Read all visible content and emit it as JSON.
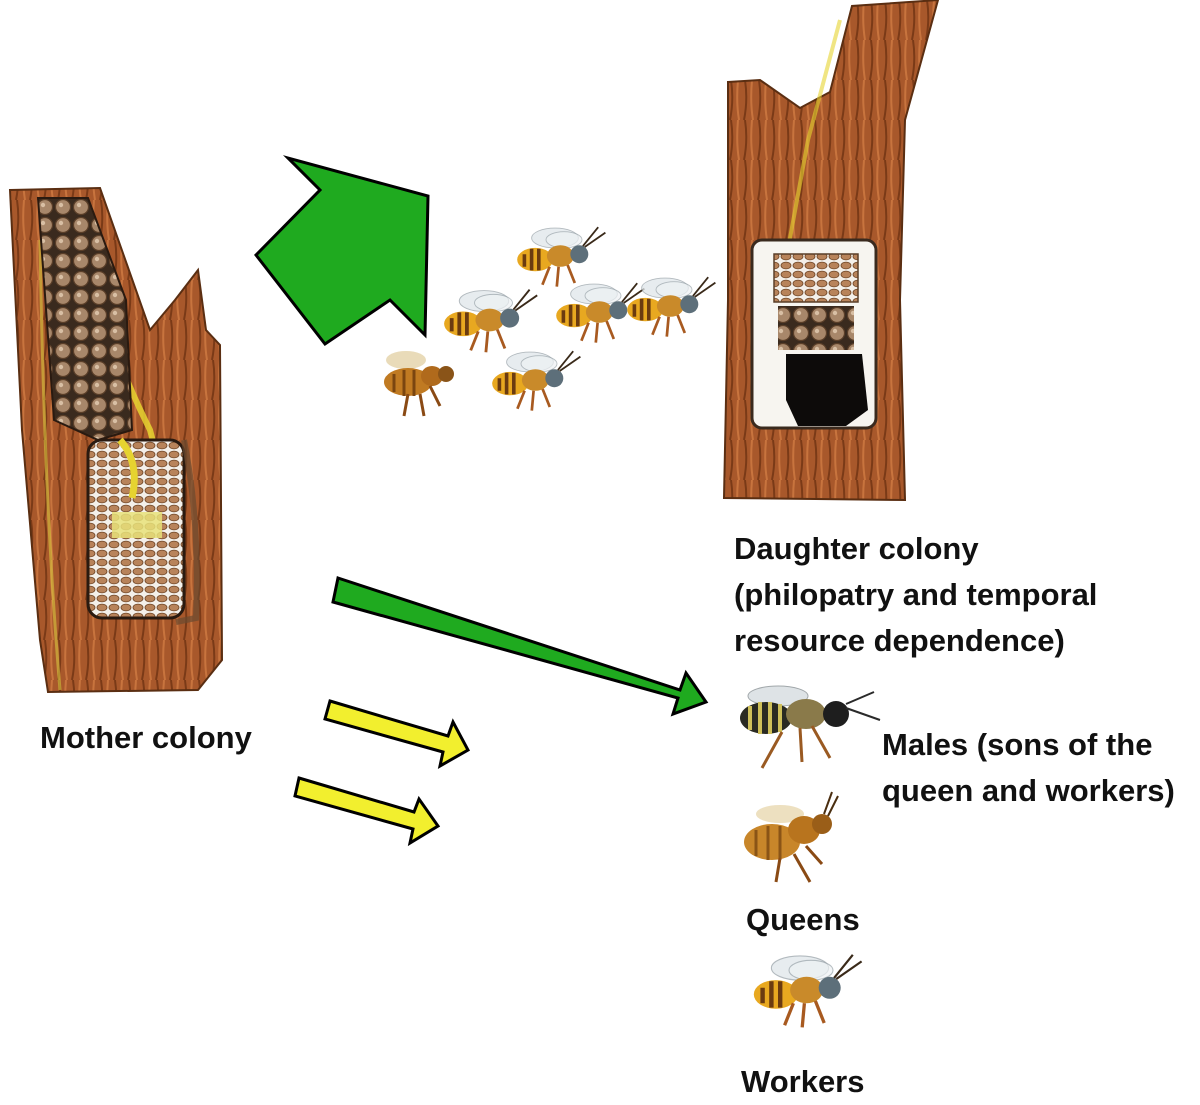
{
  "labels": {
    "mother_colony": "Mother colony",
    "daughter_colony": [
      "Daughter colony",
      "(philopatry and temporal",
      "resource dependence)"
    ],
    "males": [
      "Males (sons of the",
      "queen and workers)"
    ],
    "queens": "Queens",
    "workers": "Workers"
  },
  "colors": {
    "arrow_green": "#1faa1f",
    "arrow_yellow": "#f2ef2e",
    "arrow_outline": "#000000",
    "bark": "#a8582b",
    "bark_light": "#c8743e",
    "comb_brood": "#b8835a",
    "honey_pot": "#a8876a",
    "text": "#111111"
  },
  "icons": [
    "tree-trunk-icon",
    "bee-icon",
    "honey-pot-icon",
    "brood-comb-icon"
  ]
}
